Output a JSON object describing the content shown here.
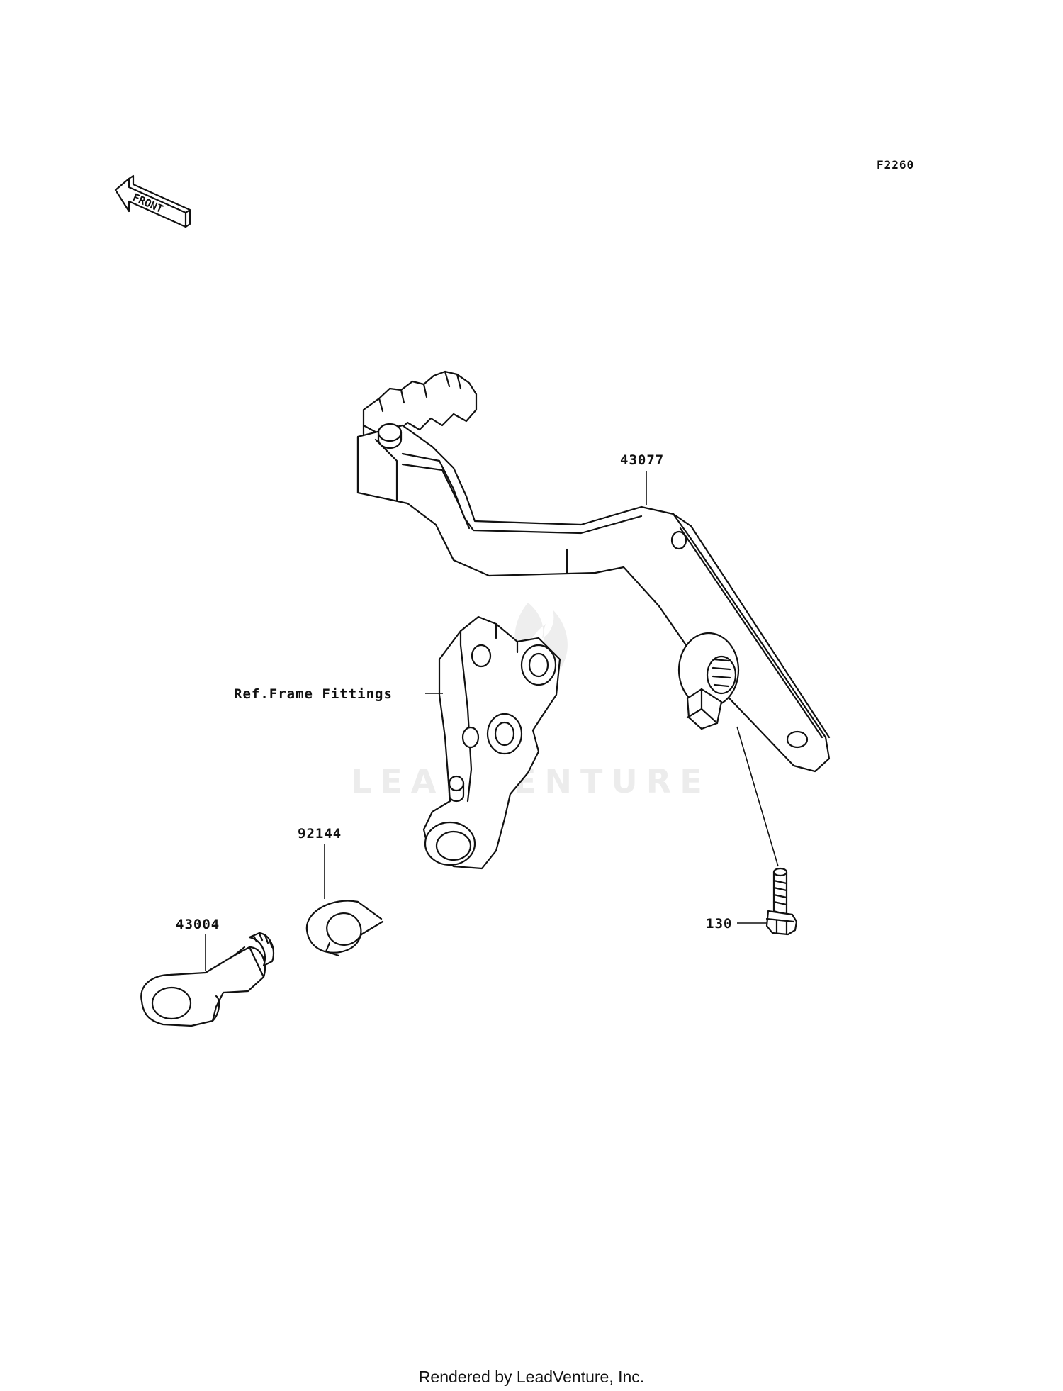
{
  "diagram": {
    "code": "F2260",
    "front_label": "FRONT",
    "watermark": "LEADVENTURE",
    "footer": "Rendered by LeadVenture, Inc."
  },
  "parts": [
    {
      "id": "43077",
      "label": "43077"
    },
    {
      "id": "ref-frame",
      "label": "Ref.Frame Fittings"
    },
    {
      "id": "92144",
      "label": "92144"
    },
    {
      "id": "43004",
      "label": "43004"
    },
    {
      "id": "130",
      "label": "130"
    }
  ],
  "colors": {
    "line": "#111111",
    "background": "#ffffff",
    "watermark": "#ececec"
  }
}
